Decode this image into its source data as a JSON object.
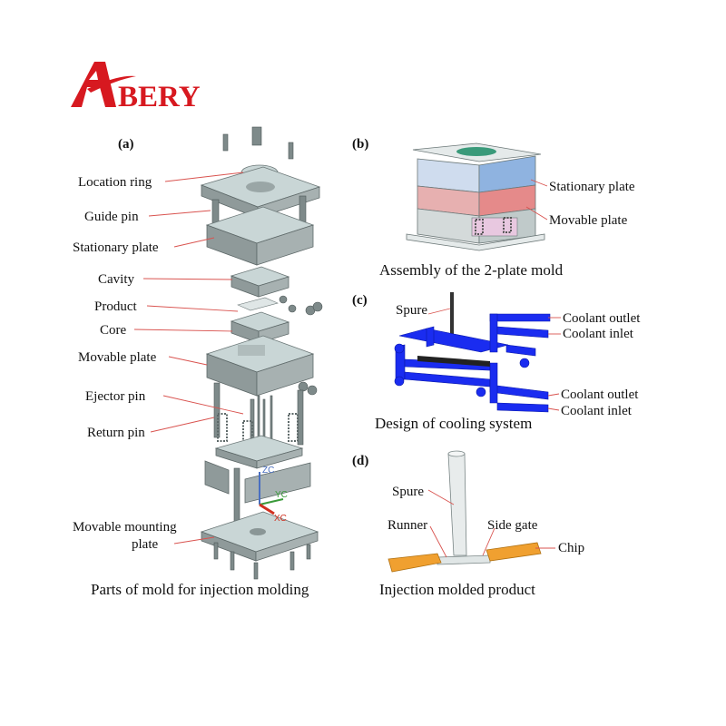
{
  "logo": {
    "text": "ABERY",
    "color": "#d71920"
  },
  "panel_a": {
    "label": "(a)",
    "caption": "Parts of mold for injection molding",
    "callouts": [
      "Location ring",
      "Guide pin",
      "Stationary plate",
      "Cavity",
      "Product",
      "Core",
      "Movable plate",
      "Ejector pin",
      "Return pin",
      "Movable mounting",
      "plate"
    ],
    "axes": [
      "ZC",
      "YC",
      "XC"
    ]
  },
  "panel_b": {
    "label": "(b)",
    "caption": "Assembly of the 2-plate mold",
    "callouts": [
      "Stationary plate",
      "Movable plate"
    ]
  },
  "panel_c": {
    "label": "(c)",
    "caption": "Design of cooling system",
    "callouts": [
      "Spure",
      "Coolant outlet",
      "Coolant inlet",
      "Coolant outlet",
      "Coolant inlet"
    ]
  },
  "panel_d": {
    "label": "(d)",
    "caption": "Injection molded product",
    "callouts": [
      "Spure",
      "Runner",
      "Side gate",
      "Chip"
    ]
  },
  "colors": {
    "leader": "#d9534f",
    "stationary": "#8fb3e0",
    "movable": "#e58a8a",
    "coolant": "#1a2cf0",
    "chip": "#f0a030"
  }
}
